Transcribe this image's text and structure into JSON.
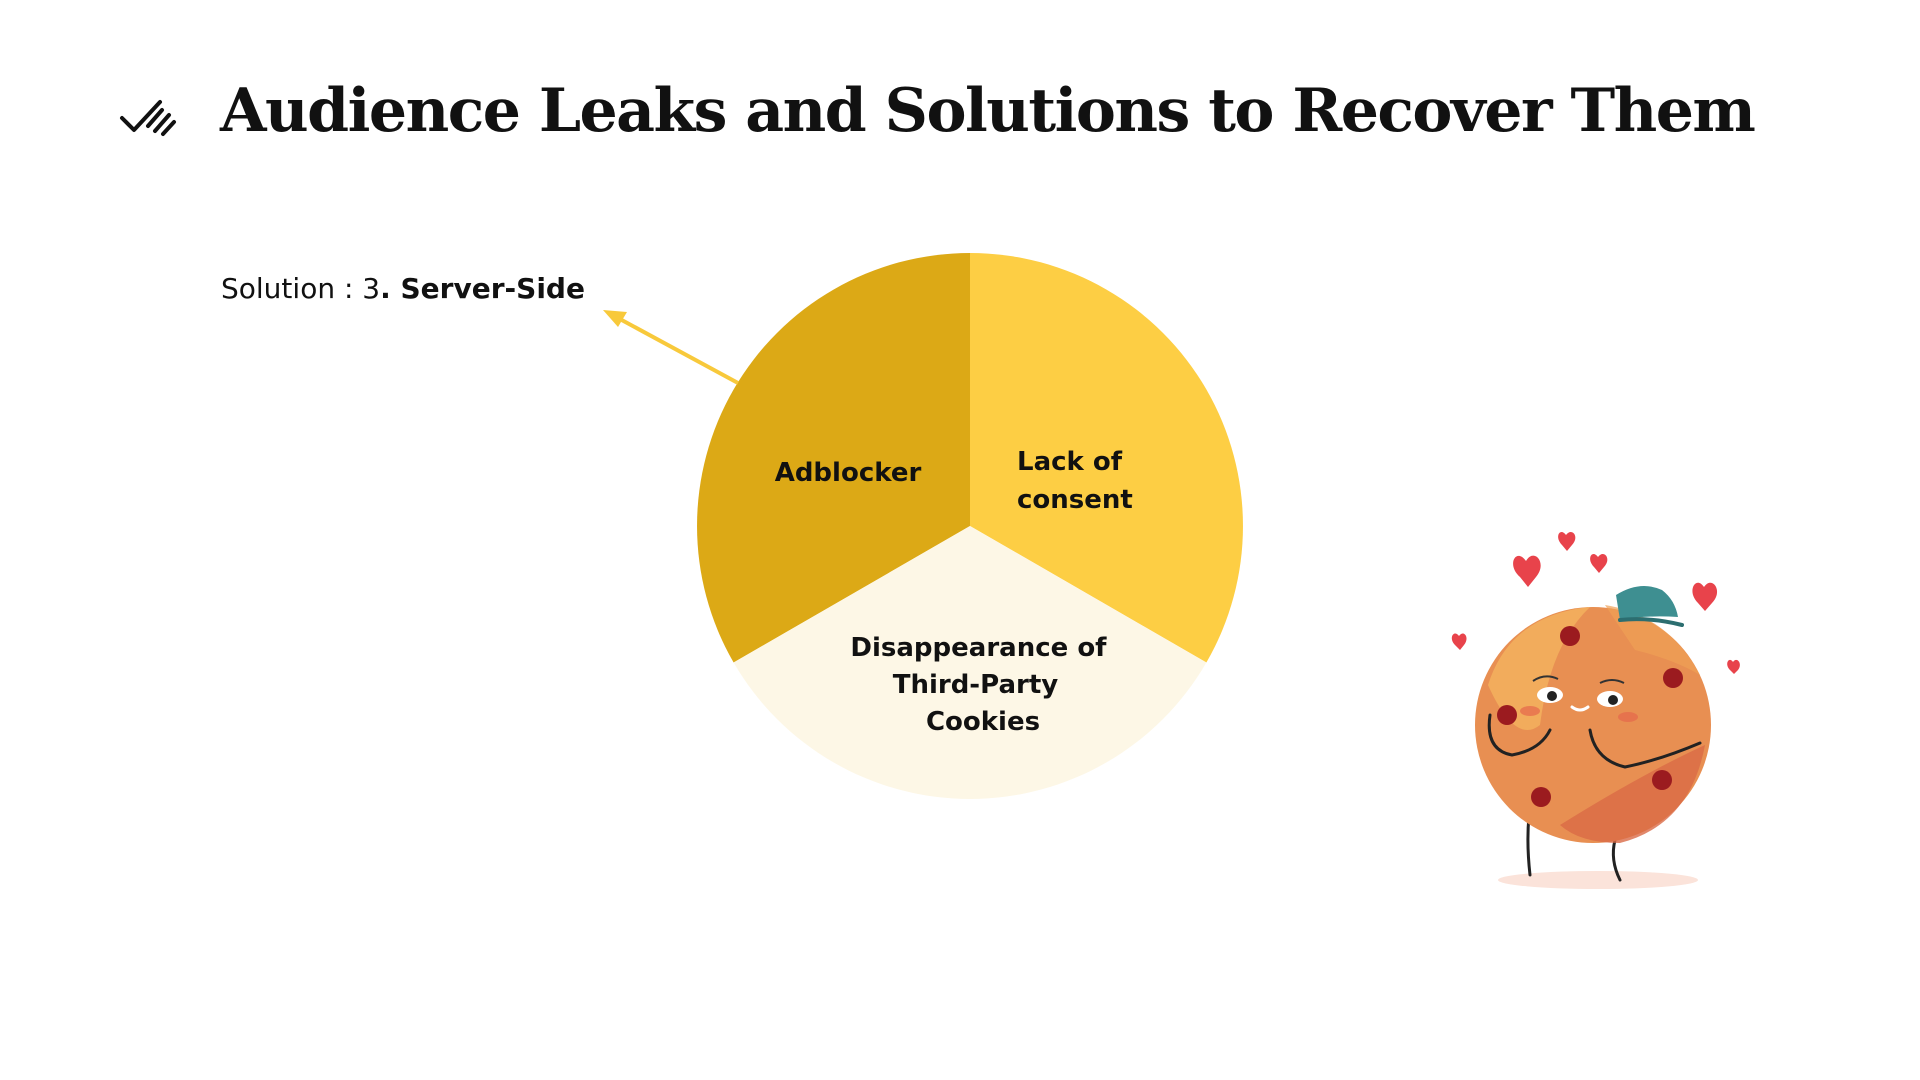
{
  "header": {
    "title": "Audience Leaks and Solutions to Recover Them",
    "logo_icon": "double-check-icon"
  },
  "solution": {
    "prefix": "Solution : 3",
    "bold": ". Server-Side",
    "arrow_color": "#F8C93B"
  },
  "pie": {
    "slices": [
      {
        "lines": [
          "Adblocker"
        ],
        "color": "#DCA916"
      },
      {
        "lines": [
          "Lack of",
          "consent"
        ],
        "color": "#FDCE44"
      },
      {
        "lines": [
          "Disappearance of",
          "Third-Party",
          "Cookies"
        ],
        "color": "#FDF7E6"
      }
    ]
  },
  "illustration": {
    "icon": "cookie-mascot-icon",
    "colors": {
      "cookie": "#E88F52",
      "cap": "#3E8F91",
      "hearts": "#E8434B"
    }
  }
}
